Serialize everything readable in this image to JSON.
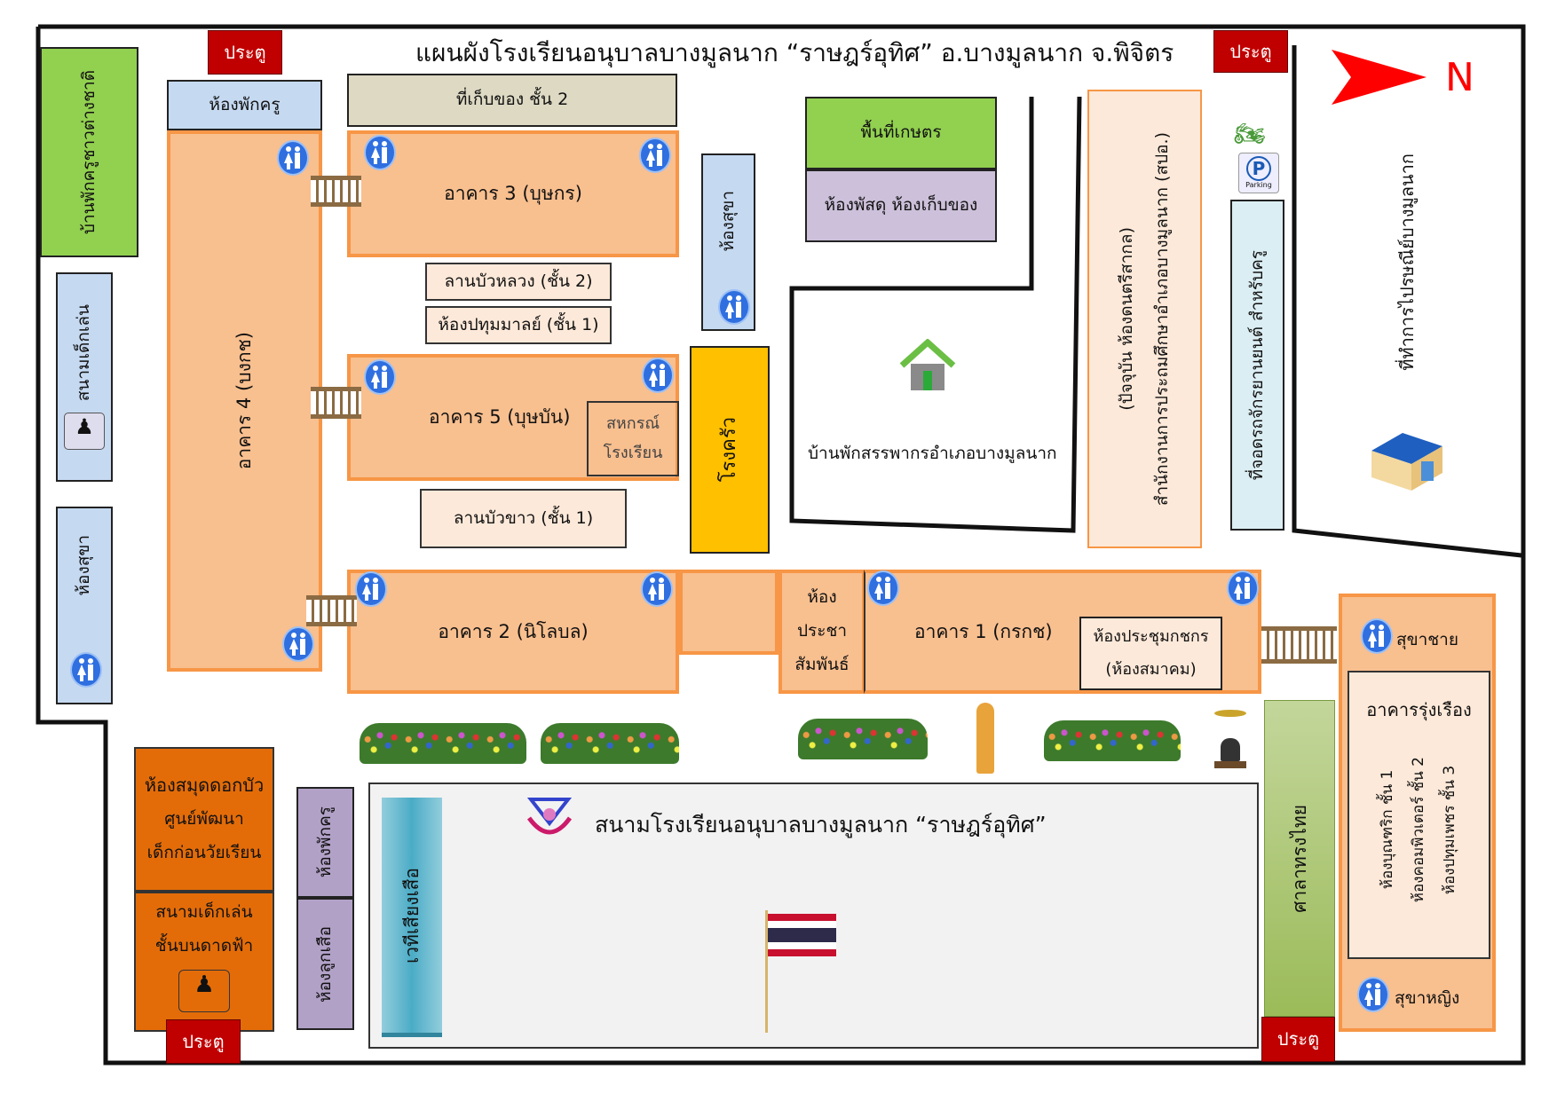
{
  "title": "แผนผังโรงเรียนอนุบาลบางมูลนาก “ราษฎร์อุทิศ” อ.บางมูลนาก จ.พิจิตร",
  "compass": {
    "label": "N",
    "icon": "north-arrow-icon",
    "color": "#FF0000"
  },
  "gate_label": "ประตู",
  "colors": {
    "building": "#F8BF8F",
    "building_border": "#F79646",
    "gate": "#C00000",
    "kitchen": "#FFC000",
    "agri": "#92D050",
    "library": "#E36C09",
    "purple": "#B2A1C7",
    "blue": "#C5D9F1"
  },
  "areas": {
    "foreign_teacher_house": "บ้านพักครูชาวต่างชาติ",
    "playground_left": "สนามเด็กเล่น",
    "toilet_left": "ห้องสุขา",
    "teacher_room_top": "ห้องพักครู",
    "building4": "อาคาร 4 (บงกช)",
    "storage_floor2": "ที่เก็บของ ชั้น 2",
    "building3": "อาคาร 3 (บุษกร)",
    "lan_bua_luang": "ลานบัวหลวง (ชั้น 2)",
    "pathummalai": "ห้องปทุมมาลย์ (ชั้น 1)",
    "building5": "อาคาร 5 (บุษบัน)",
    "coop": [
      "สหกรณ์",
      "โรงเรียน"
    ],
    "lan_bua_khao": "ลานบัวขาว (ชั้น 1)",
    "toilet_mid": "ห้องสุขา",
    "kitchen": "โรงครัว",
    "agri_area": "พื้นที่เกษตร",
    "supply_room": "ห้องพัสดุ ห้องเก็บของ",
    "revenue_house": "บ้านพักสรรพากรอำเภอบางมูลนาก",
    "edu_office": [
      "สำนักงานการประถมศึกษาอำเภอบางมูลนาก (สปอ.)",
      "(ปัจจุบัน ห้องดนตรีสากล)"
    ],
    "parking": "ที่จอดรถจักรยานยนต์ สำหรับครู",
    "parking_sign": "Parking",
    "post_office": "ที่ทำการไปรษณีย์บางมูลนาก",
    "building2": "อาคาร 2 (นิโลบล)",
    "pr_room": [
      "ห้อง",
      "ประชา",
      "สัมพันธ์"
    ],
    "building1": "อาคาร 1 (กรกช)",
    "meeting_room": [
      "ห้องประชุมกชกร",
      "(ห้องสมาคม)"
    ],
    "toilet_male": "สุขาชาย",
    "rungruang": "อาคารรุ่งเรือง",
    "rungruang_rooms": [
      "ห้องบุณฑริก ชั้น 1",
      "ห้องคอมพิวเตอร์ ชั้น 2",
      "ห้องปทุมเพชร ชั้น 3"
    ],
    "toilet_female": "สุขาหญิง",
    "thai_pavilion": "ศาลาทรงไทย",
    "library": [
      "ห้องสมุดดอกบัว",
      "ศูนย์พัฒนา",
      "เด็กก่อนวัยเรียน"
    ],
    "sky_playground": [
      "สนามเด็กเล่น",
      "ชั้นบนดาดฟ้า"
    ],
    "teacher_room_bottom": "ห้องพักครู",
    "scout_room": "ห้องลูกเสือ",
    "stage": "เวทีเสียงเสือ",
    "field": "สนามโรงเรียนอนุบาลบางมูลนาก “ราษฎร์อุทิศ”"
  }
}
